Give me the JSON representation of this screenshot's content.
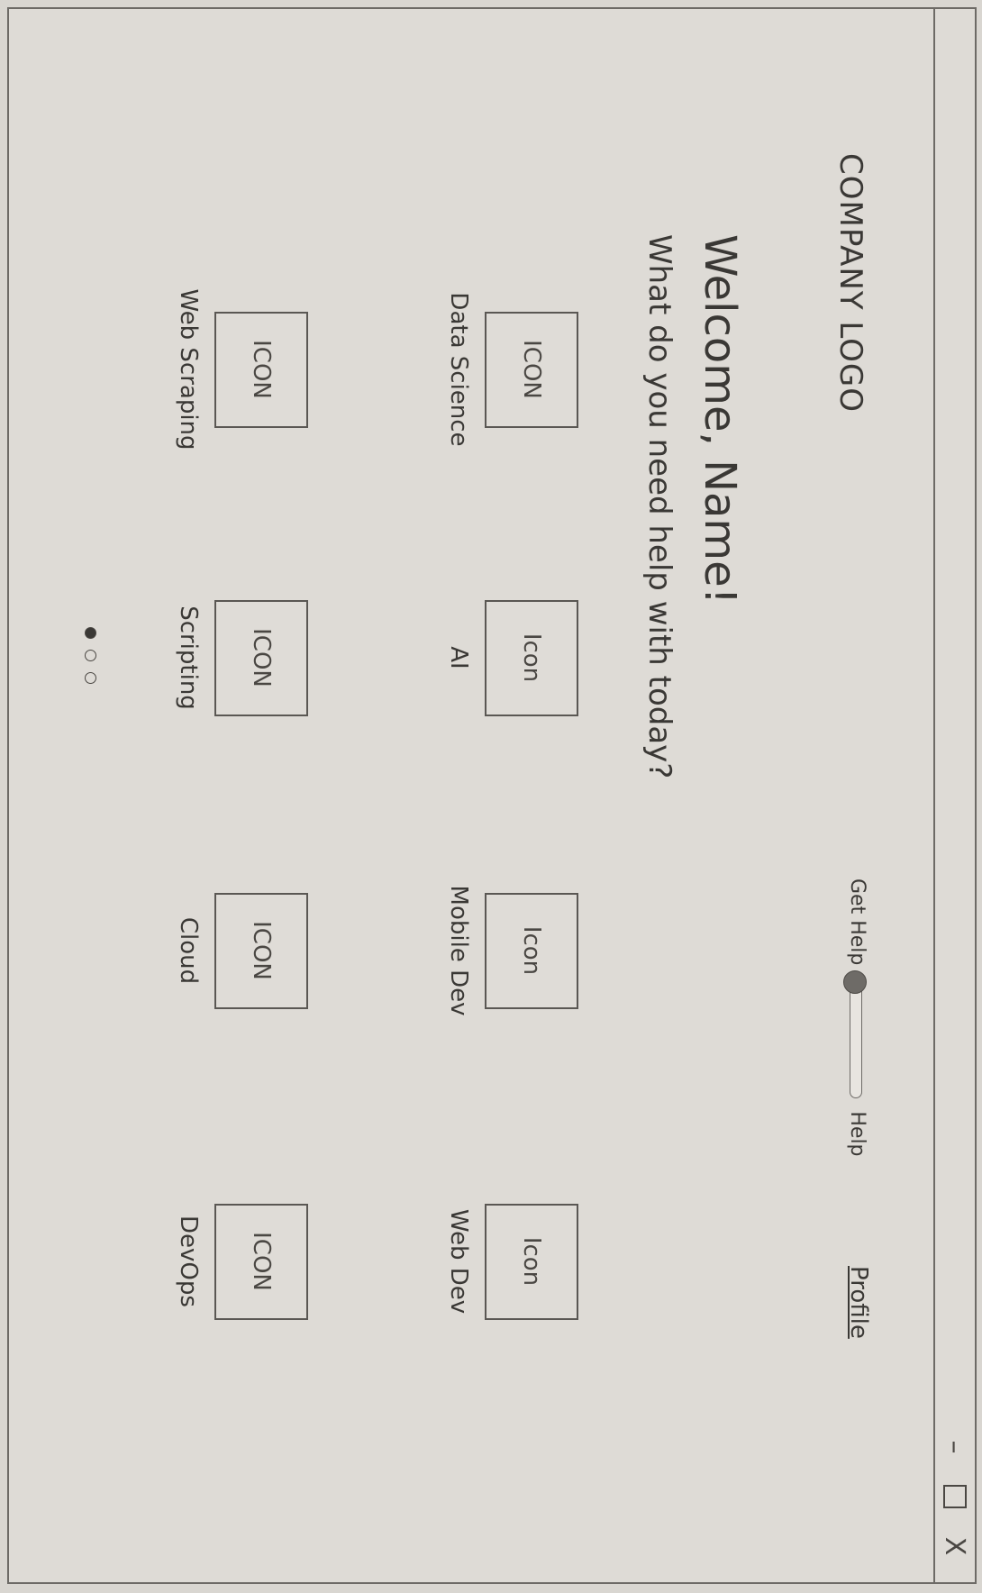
{
  "window_controls": {
    "minimize": "–",
    "close": "X"
  },
  "header": {
    "logo": "COMPANY LOGO",
    "get_help_label": "Get Help",
    "help_label": "Help",
    "profile_label": "Profile"
  },
  "main": {
    "welcome": "Welcome, Name!",
    "question": "What do you need help with today?",
    "tiles": [
      {
        "icon": "ICON",
        "label": "Data Science"
      },
      {
        "icon": "Icon",
        "label": "AI"
      },
      {
        "icon": "Icon",
        "label": "Mobile Dev"
      },
      {
        "icon": "Icon",
        "label": "Web Dev"
      },
      {
        "icon": "ICON",
        "label": "Web Scraping"
      },
      {
        "icon": "ICON",
        "label": "Scripting"
      },
      {
        "icon": "ICON",
        "label": "Cloud"
      },
      {
        "icon": "ICON",
        "label": "DevOps"
      }
    ]
  },
  "pagination": {
    "pages": 3,
    "active": 1
  }
}
